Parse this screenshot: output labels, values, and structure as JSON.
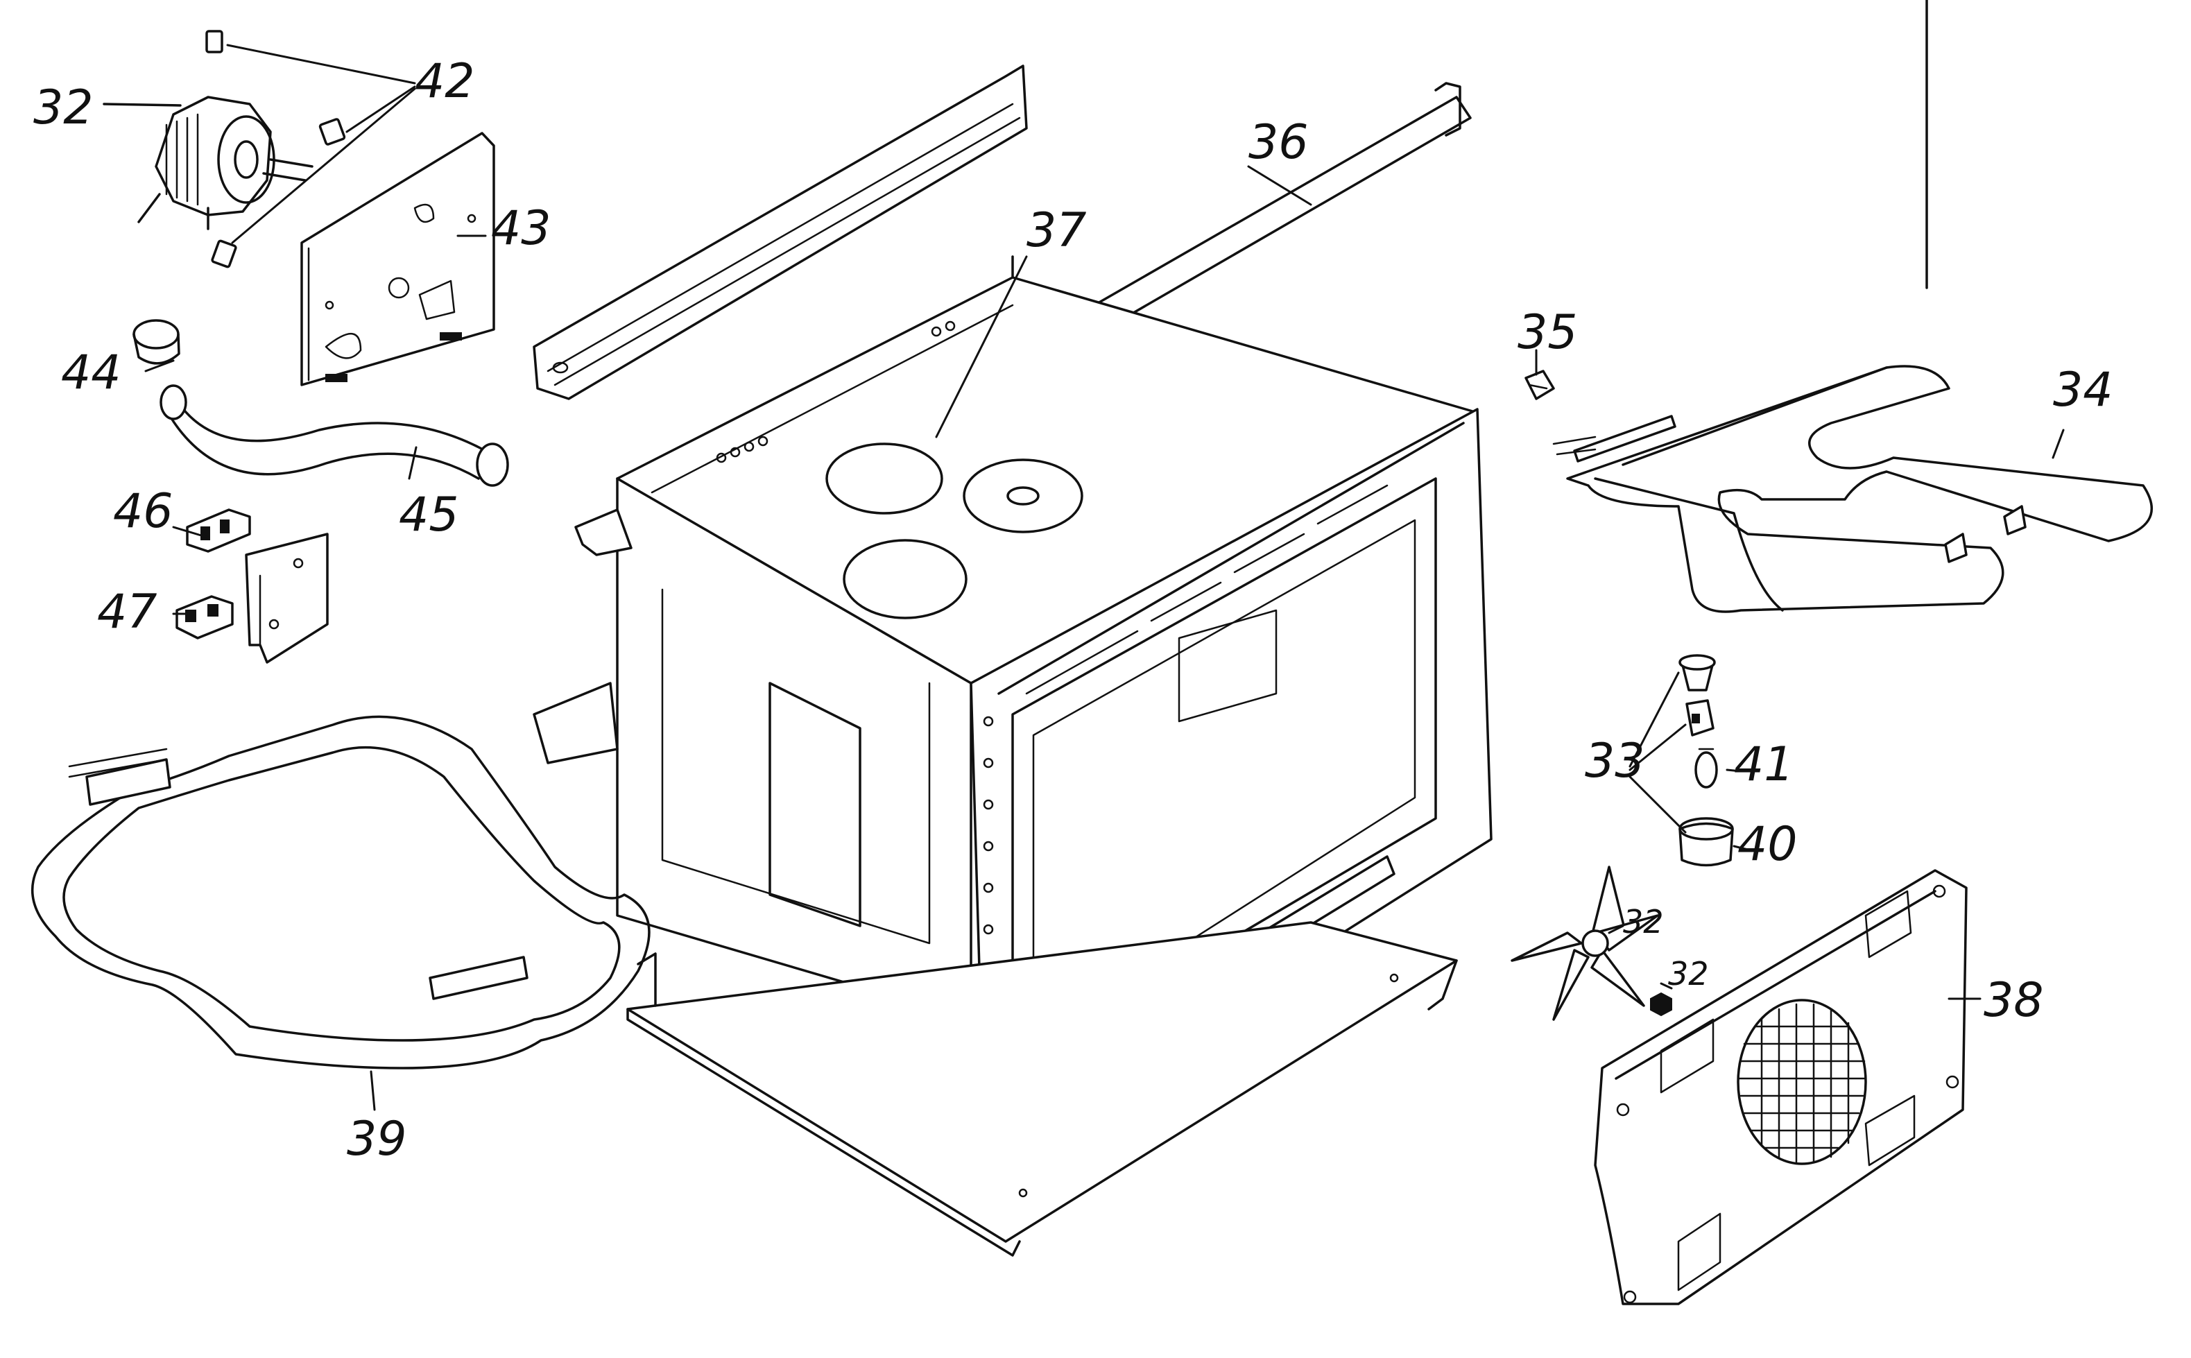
{
  "labels": {
    "p32": "32",
    "p32b": "32",
    "p32c": "32",
    "p33": "33",
    "p34": "34",
    "p35": "35",
    "p36": "36",
    "p37": "37",
    "p38": "38",
    "p39": "39",
    "p40": "40",
    "p41": "41",
    "p42": "42",
    "p43": "43",
    "p44": "44",
    "p45": "45",
    "p46": "46",
    "p47": "47"
  }
}
